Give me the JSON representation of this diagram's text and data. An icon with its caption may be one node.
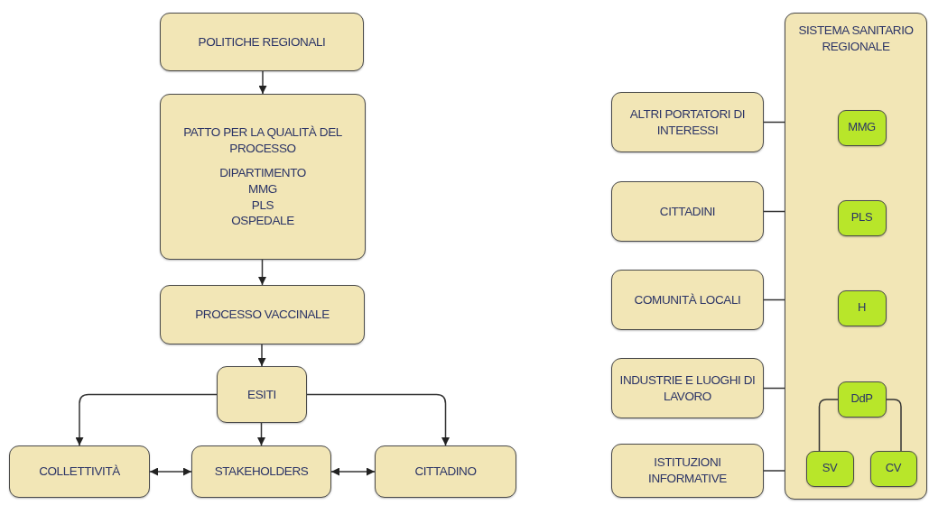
{
  "diagram": {
    "nodes": [
      {
        "text": [
          "POLITICHE REGIONALI"
        ]
      },
      {
        "text": [
          "PATTO PER LA QUALITÀ DEL PROCESSO",
          "DIPARTIMENTO",
          "MMG",
          "PLS",
          "OSPEDALE"
        ]
      },
      {
        "text": [
          "PROCESSO VACCINALE"
        ]
      },
      {
        "text": [
          "ESITI"
        ]
      },
      {
        "text": [
          "COLLETTIVITÀ"
        ]
      },
      {
        "text": [
          "STAKEHOLDERS"
        ]
      },
      {
        "text": [
          "CITTADINO"
        ]
      },
      {
        "text": [
          "SISTEMA SANITARIO REGIONALE"
        ]
      },
      {
        "text": [
          "ALTRI PORTATORI DI INTERESSI"
        ]
      },
      {
        "text": [
          "CITTADINI"
        ]
      },
      {
        "text": [
          "COMUNITÀ LOCALI"
        ]
      },
      {
        "text": [
          "INDUSTRIE E LUOGHI DI LAVORO"
        ]
      },
      {
        "text": [
          "ISTITUZIONI INFORMATIVE"
        ]
      },
      {
        "text": [
          "MMG"
        ],
        "in": 7
      },
      {
        "text": [
          "PLS"
        ],
        "in": 7
      },
      {
        "text": [
          "H"
        ],
        "in": 7
      },
      {
        "text": [
          "DdP"
        ],
        "in": 7
      },
      {
        "text": [
          "SV"
        ],
        "in": 7
      },
      {
        "text": [
          "CV"
        ],
        "in": 7
      }
    ],
    "edges": [
      {
        "from": 0,
        "to": 1,
        "arrow": "to"
      },
      {
        "from": 1,
        "to": 2,
        "arrow": "to"
      },
      {
        "from": 2,
        "to": 3,
        "arrow": "to"
      },
      {
        "from": 3,
        "to": 4,
        "arrow": "to"
      },
      {
        "from": 3,
        "to": 5,
        "arrow": "to"
      },
      {
        "from": 3,
        "to": 6,
        "arrow": "to"
      },
      {
        "from": 4,
        "to": 5,
        "arrow": "both"
      },
      {
        "from": 5,
        "to": 6,
        "arrow": "both"
      },
      {
        "from": 8,
        "to": 7,
        "arrow": "none"
      },
      {
        "from": 9,
        "to": 7,
        "arrow": "none"
      },
      {
        "from": 10,
        "to": 7,
        "arrow": "none"
      },
      {
        "from": 11,
        "to": 7,
        "arrow": "none"
      },
      {
        "from": 12,
        "to": 7,
        "arrow": "none"
      },
      {
        "from": 16,
        "to": 17,
        "arrow": "none"
      },
      {
        "from": 16,
        "to": 18,
        "arrow": "none"
      }
    ]
  }
}
